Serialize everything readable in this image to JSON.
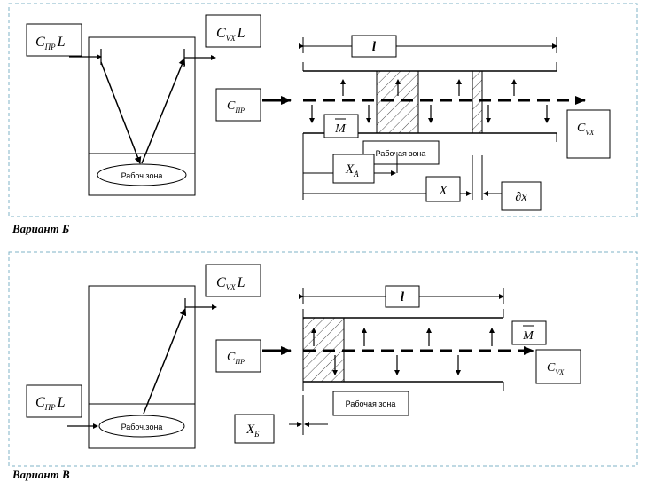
{
  "variant_b": {
    "caption": "Вариант Б",
    "c_in_L": "L",
    "c_out_L": "L",
    "c_in": "",
    "c_out": "",
    "work_zone_small": "Рабоч.зона",
    "work_zone": "Рабочая зона",
    "length": "l",
    "m_bar": "M",
    "x_a": "X",
    "x": "X",
    "dx": "∂x"
  },
  "variant_v": {
    "caption": "Вариант В",
    "c_in_L": "L",
    "c_out_L": "L",
    "c_in": "",
    "c_out": "",
    "work_zone_small": "Рабоч.зона",
    "work_zone": "Рабочая зона",
    "length": "l",
    "m_bar": "M",
    "x_b": "X"
  },
  "symbols": {
    "C": "C",
    "sub_pr": "ПР",
    "sub_vh": "VX",
    "sub_a": "A",
    "sub_b": "Б"
  }
}
